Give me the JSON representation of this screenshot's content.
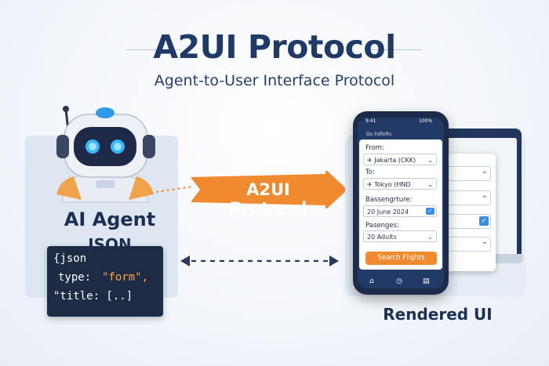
{
  "header": {
    "title": "A2UI Protocol",
    "subtitle": "Agent-to-User Interface Protocol"
  },
  "left": {
    "agent_label": "AI Agent",
    "json_label": "JSON",
    "code_lines": [
      "{json",
      "type:",
      "\"form\",",
      "\"title: [..]"
    ]
  },
  "arrow": {
    "label": "A2UI Protocol"
  },
  "phone": {
    "status_left": "9:41",
    "status_right": "100%",
    "app_bar": "Dx Fofinfin",
    "from_label": "From:",
    "from_value": "Jakarta (CKK)",
    "to_label": "To:",
    "to_value": "Tokyo (HND",
    "departure_label": "Bassengrture:",
    "departure_value": "20 June 2024",
    "passengers_label": "Pasenges:",
    "passengers_value": "20 Adults",
    "search_button": "Search Flights"
  },
  "right": {
    "rendered_label": "Rendered UI"
  },
  "colors": {
    "navy": "#1f3a66",
    "orange": "#f08a2e",
    "code_bg": "#1e2b44",
    "accent_blue": "#3b8de3"
  }
}
